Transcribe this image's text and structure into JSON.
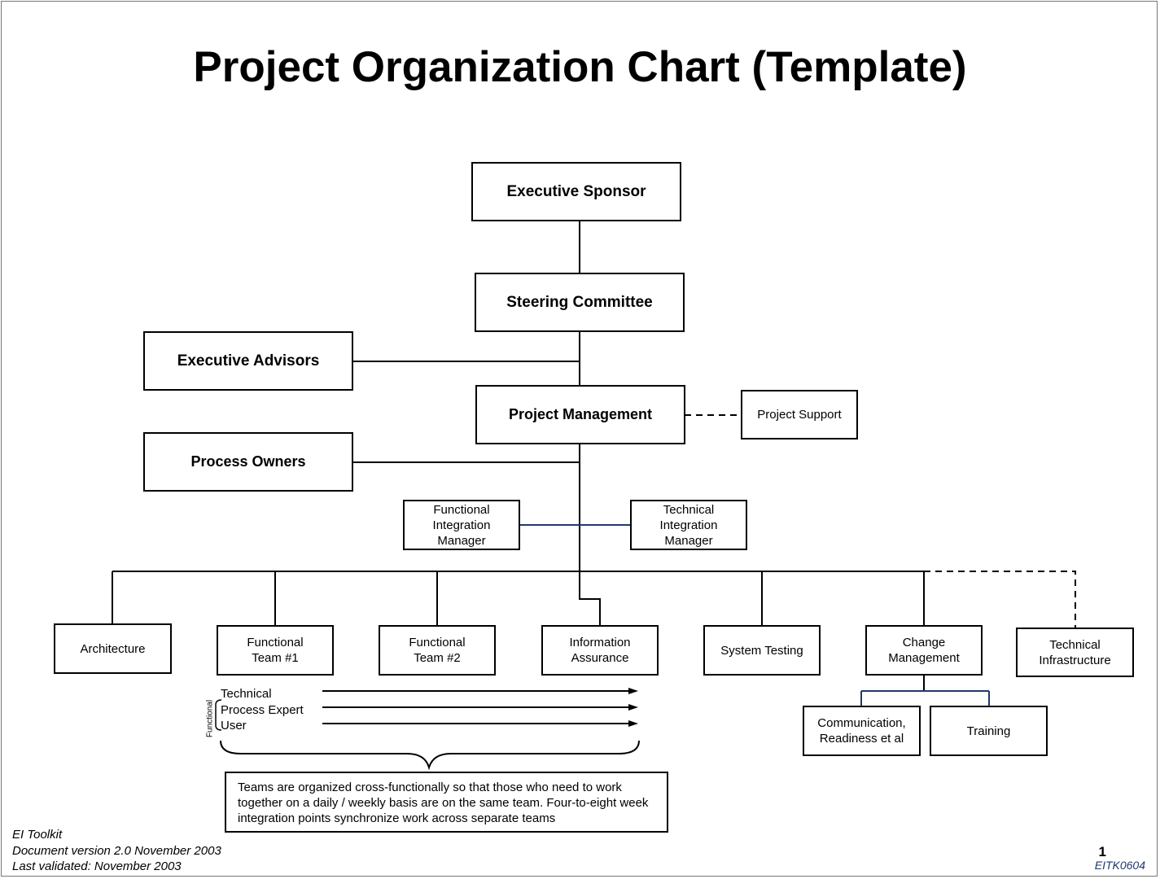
{
  "title": "Project Organization Chart (Template)",
  "nodes": {
    "executive_sponsor": "Executive Sponsor",
    "steering_committee": "Steering Committee",
    "executive_advisors": "Executive Advisors",
    "project_management": "Project Management",
    "project_support": "Project Support",
    "process_owners": "Process Owners",
    "functional_integration_manager": [
      "Functional",
      "Integration",
      "Manager"
    ],
    "technical_integration_manager": [
      "Technical",
      "Integration",
      "Manager"
    ],
    "architecture": "Architecture",
    "functional_team_1": [
      "Functional",
      "Team #1"
    ],
    "functional_team_2": [
      "Functional",
      "Team #2"
    ],
    "information_assurance": [
      "Information",
      "Assurance"
    ],
    "system_testing": "System Testing",
    "change_management": [
      "Change",
      "Management"
    ],
    "technical_infrastructure": [
      "Technical",
      "Infrastructure"
    ],
    "communication": [
      "Communication,",
      "Readiness et al"
    ],
    "training": "Training"
  },
  "roles": [
    "Technical",
    "Process Expert",
    "User"
  ],
  "roles_group_label": "Functional",
  "note": "Teams are organized cross-functionally so that those who need to work together on a daily / weekly basis are on the same team.  Four-to-eight week integration points synchronize work across separate teams",
  "footer": {
    "line1": "EI Toolkit",
    "line2": "Document version 2.0  November 2003",
    "line3": "Last validated:  November 2003"
  },
  "page_number": "1",
  "doc_code": "EITK0604",
  "colors": {
    "line": "#000000",
    "accent_line": "#1f3a6e"
  }
}
